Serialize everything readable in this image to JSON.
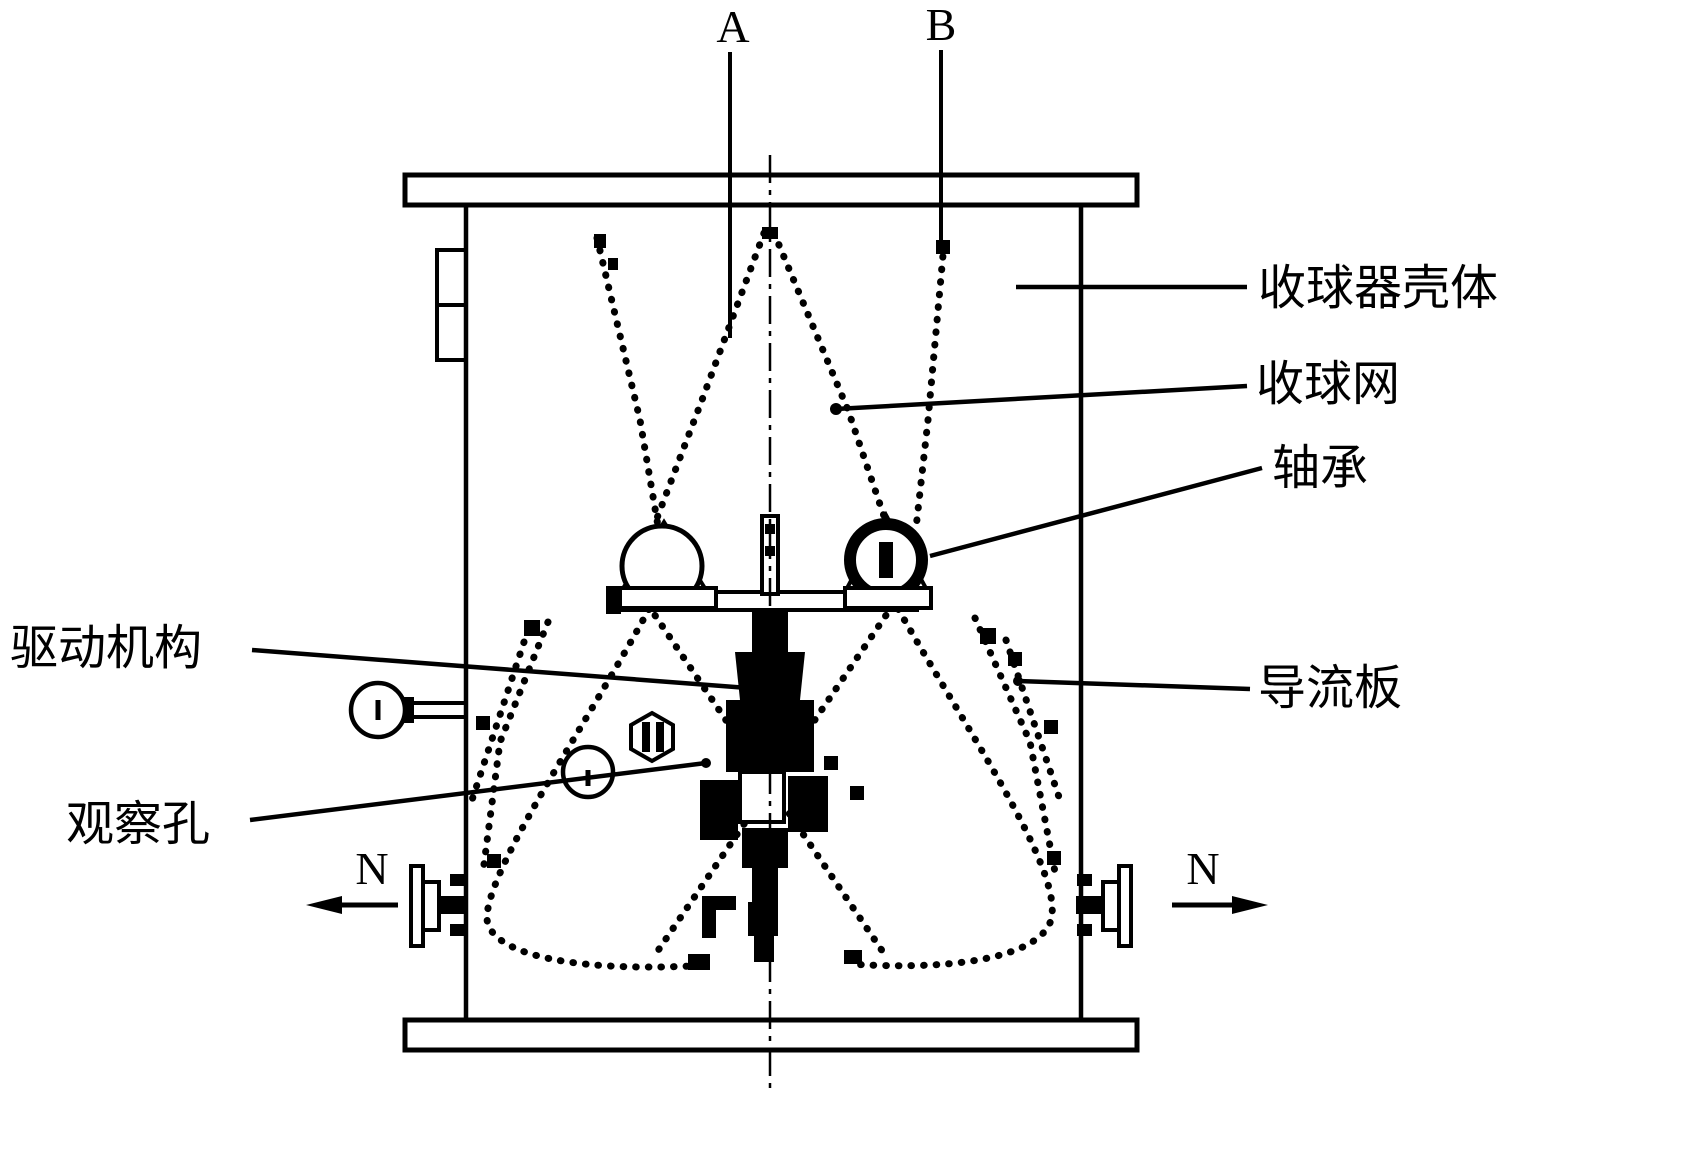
{
  "diagram": {
    "section_labels": {
      "a": "A",
      "b": "B"
    },
    "callouts": {
      "housing": "收球器壳体",
      "net": "收球网",
      "bearing": "轴承",
      "drive_mechanism": "驱动机构",
      "observation_hole": "观察孔",
      "deflector": "导流板"
    },
    "flow_labels": {
      "left": "N",
      "right": "N"
    },
    "colors": {
      "ink": "#000000",
      "background": "#ffffff"
    }
  }
}
